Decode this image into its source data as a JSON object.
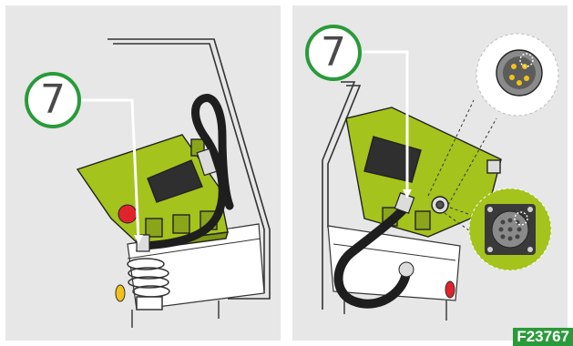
{
  "callouts": {
    "left": "7",
    "right": "7"
  },
  "figure_id": "F23767",
  "colors": {
    "green": "#2a9a3a",
    "lime": "#a4c31c",
    "background": "#e6e7e6"
  }
}
